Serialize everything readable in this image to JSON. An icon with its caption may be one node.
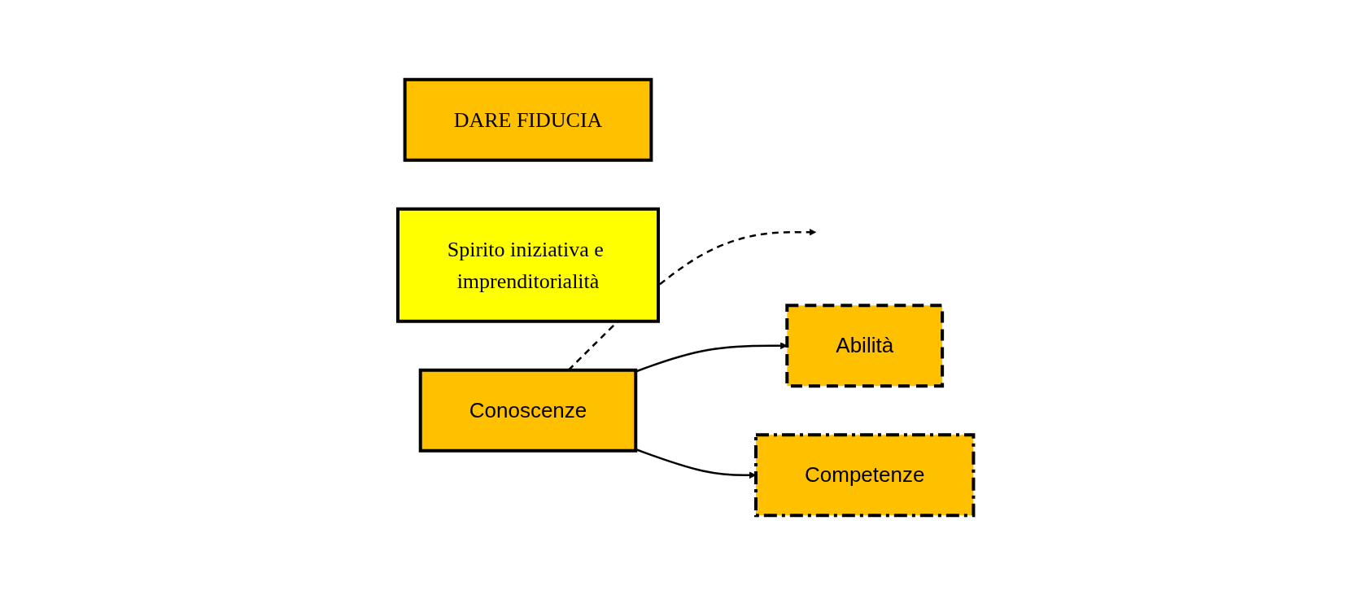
{
  "diagram": {
    "nodes": [
      {
        "text": [
          "Conoscenze"
        ]
      },
      {
        "text": [
          "Abilità"
        ]
      },
      {
        "text": [
          "Competenze"
        ]
      },
      {
        "text": [
          "DARE FIDUCIA"
        ]
      },
      {
        "text": [
          "Spirito iniziativa e imprenditorialità"
        ]
      }
    ],
    "edges": [
      {
        "from": 0,
        "to": null,
        "arrow": "to",
        "style": "dashed"
      },
      {
        "from": 0,
        "to": 1,
        "arrow": "to"
      },
      {
        "from": 0,
        "to": 2,
        "arrow": "to"
      }
    ]
  }
}
